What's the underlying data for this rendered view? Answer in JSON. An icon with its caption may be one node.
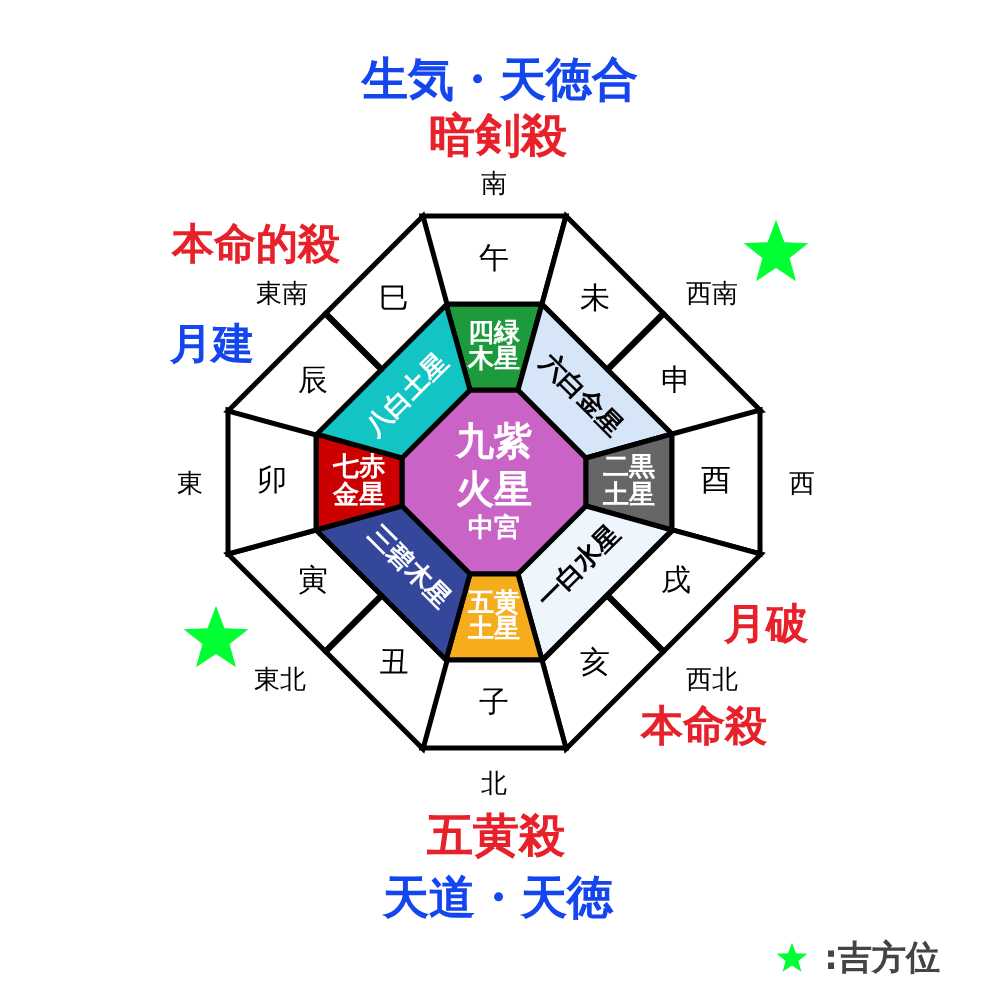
{
  "diagram": {
    "nodes": [
      {
        "text": [
          "九紫火星",
          "中宮"
        ]
      },
      {
        "text": [
          "四緑木星"
        ]
      },
      {
        "text": [
          "六白金星"
        ]
      },
      {
        "text": [
          "二黒土星"
        ]
      },
      {
        "text": [
          "一白水星"
        ]
      },
      {
        "text": [
          "五黄土星"
        ]
      },
      {
        "text": [
          "三碧木星"
        ]
      },
      {
        "text": [
          "七赤金星"
        ]
      },
      {
        "text": [
          "八白土星"
        ]
      },
      {
        "text": [
          "午"
        ]
      },
      {
        "text": [
          "未"
        ]
      },
      {
        "text": [
          "申"
        ]
      },
      {
        "text": [
          "酉"
        ]
      },
      {
        "text": [
          "戌"
        ]
      },
      {
        "text": [
          "亥"
        ]
      },
      {
        "text": [
          "子"
        ]
      },
      {
        "text": [
          "丑"
        ]
      },
      {
        "text": [
          "寅"
        ]
      },
      {
        "text": [
          "卯"
        ]
      },
      {
        "text": [
          "辰"
        ]
      },
      {
        "text": [
          "巳"
        ]
      }
    ],
    "edges": [],
    "labels": [
      "生気・天徳合",
      "暗剣殺",
      "南",
      "本命的殺",
      "東南",
      "西南",
      "月建",
      "東",
      "西",
      "月破",
      "東北",
      "西北",
      "本命殺",
      "北",
      "五黄殺",
      "天道・天徳"
    ],
    "legend": [
      {
        "text": ":吉方位"
      }
    ]
  }
}
